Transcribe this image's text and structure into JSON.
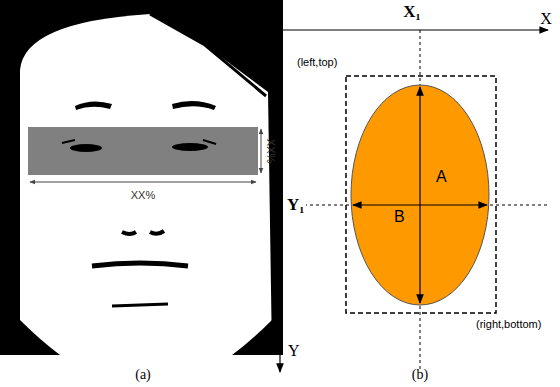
{
  "diagram": {
    "nodes": [
      {
        "text": [
          "A",
          "B"
        ]
      }
    ],
    "labels": [
      "XX%",
      "XX%",
      "(a)",
      "X₁",
      "X",
      "(left,top)",
      "Y₁",
      "Y",
      "(right,bottom)",
      "(b)"
    ]
  }
}
